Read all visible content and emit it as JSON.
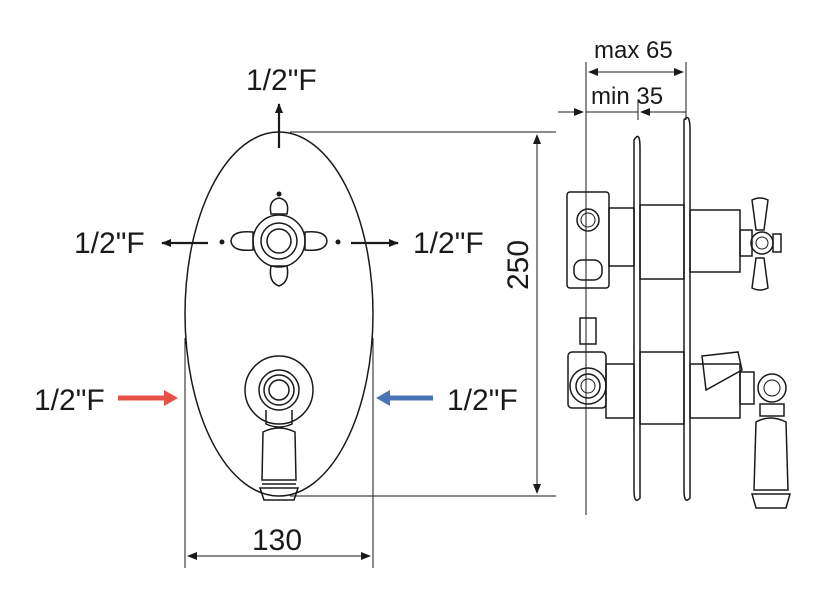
{
  "connections": {
    "top_outlet": "1/2\"F",
    "left_outlet": "1/2\"F",
    "right_outlet": "1/2\"F",
    "hot_inlet": "1/2\"F",
    "cold_inlet": "1/2\"F"
  },
  "dimensions": {
    "width": "130",
    "height": "250",
    "depth_max": "max 65",
    "depth_min": "min 35"
  },
  "colors": {
    "hot": "#e8504a",
    "cold": "#4a73b8",
    "line": "#1a1a1a"
  }
}
